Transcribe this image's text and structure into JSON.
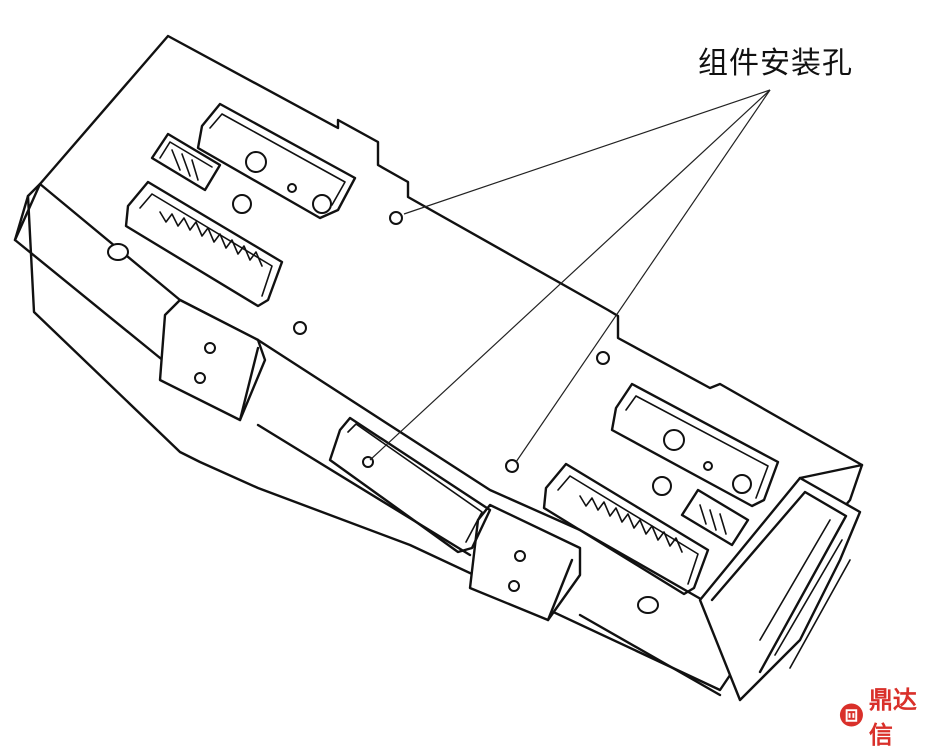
{
  "diagram": {
    "callout_label": "组件安装孔",
    "leader_target_count": 3
  },
  "watermark": {
    "logo": "dingdaxin-logo",
    "text": "鼎达信",
    "color": "#d9302a"
  }
}
